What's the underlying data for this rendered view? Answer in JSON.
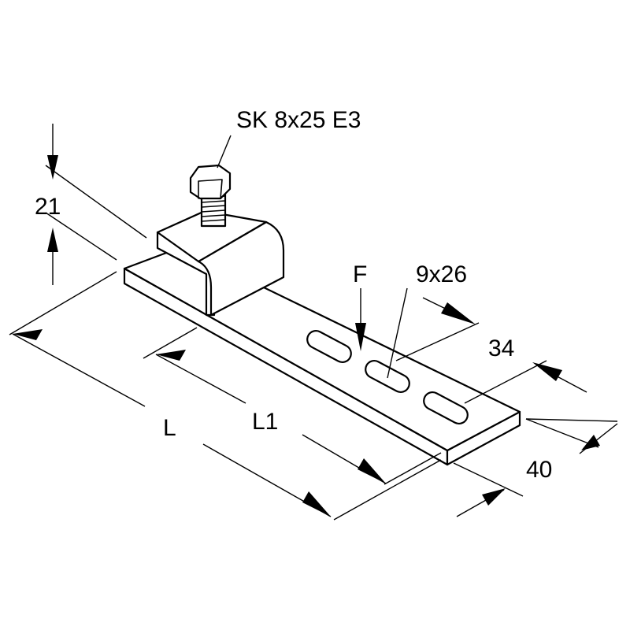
{
  "labels": {
    "screw": "SK 8x25 E3",
    "height": "21",
    "force": "F",
    "slot": "9x26",
    "slot_pitch": "34",
    "width": "40",
    "length": "L",
    "length_inner": "L1"
  }
}
